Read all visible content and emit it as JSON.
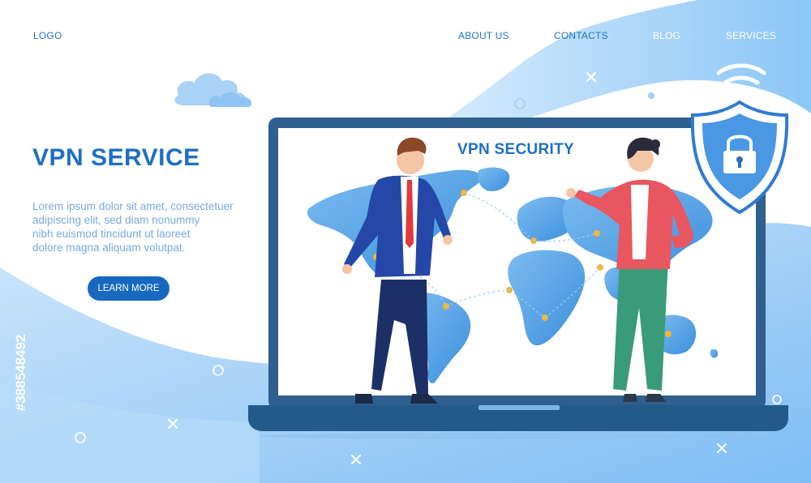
{
  "nav": {
    "logo": "LOGO",
    "items": [
      "ABOUT US",
      "CONTACTS",
      "BLOG",
      "SERVICES"
    ]
  },
  "hero": {
    "title": "VPN SERVICE",
    "body_lines": [
      "Lorem ipsum dolor sit amet, consectetuer",
      "adipiscing elit, sed diam nonummy",
      "nibh euismod tincidunt ut laoreet",
      "dolore magna aliquam volutpat."
    ],
    "cta_label": "LEARN MORE"
  },
  "screen": {
    "title": "VPN SECURITY"
  },
  "watermark": {
    "id_text": "#388548492"
  },
  "icons": [
    "cloud-icon",
    "gear-icon",
    "wifi-icon",
    "shield-lock-icon",
    "sparkle-icon",
    "world-map"
  ],
  "colors": {
    "primary": "#1f6fc2",
    "button": "#1769c0",
    "text_light": "#79a9da",
    "wave": "#a9d3f8",
    "screen_frame": "#2f5f8f",
    "laptop_base": "#235a8a",
    "map": "#5ea9ea"
  }
}
